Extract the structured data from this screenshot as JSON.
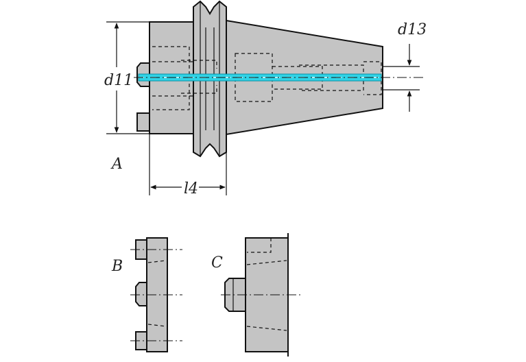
{
  "labels": {
    "d11": "d11",
    "d13": "d13",
    "l4": "l4",
    "view_a": "A",
    "view_b": "B",
    "view_c": "C"
  },
  "colors": {
    "body_fill": "#c4c4c4",
    "outline": "#111111",
    "coolant_channel": "#2fd3e6"
  }
}
